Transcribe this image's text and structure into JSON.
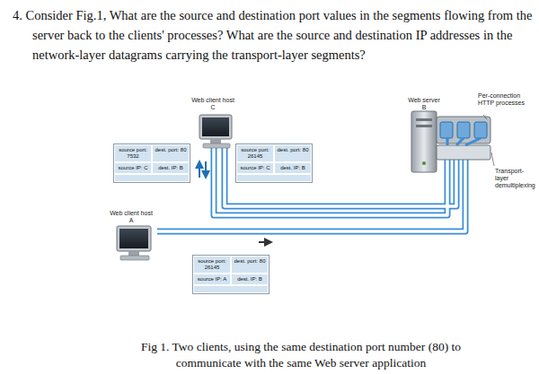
{
  "diagram": {
    "title": "4. Consider Fig.1, What are the source and destination port values in the segments flowing from the server back to the clients' processes? What are the source and destination IP addresses in the network-layer datagrams carrying the transport-layer segments?",
    "caption": "Fig 1. Two clients, using the same destination port number (80) to communicate with the same Web server application",
    "nodes": [
      {
        "text": [
          "source port: 7532",
          "dest. port: 80",
          "source IP: C",
          "dest. IP: B"
        ]
      },
      {
        "text": [
          "source port: 26145",
          "dest. port: 80",
          "source IP: C",
          "dest. IP: B"
        ]
      },
      {
        "text": [
          "source port: 26145",
          "dest. port: 80",
          "source IP: A",
          "dest. IP: B"
        ]
      }
    ],
    "labels": [
      "Web client host C",
      "Web server B",
      "Per-connection HTTP processes",
      "Transport-layer demultiplexing",
      "Web client host A"
    ]
  }
}
